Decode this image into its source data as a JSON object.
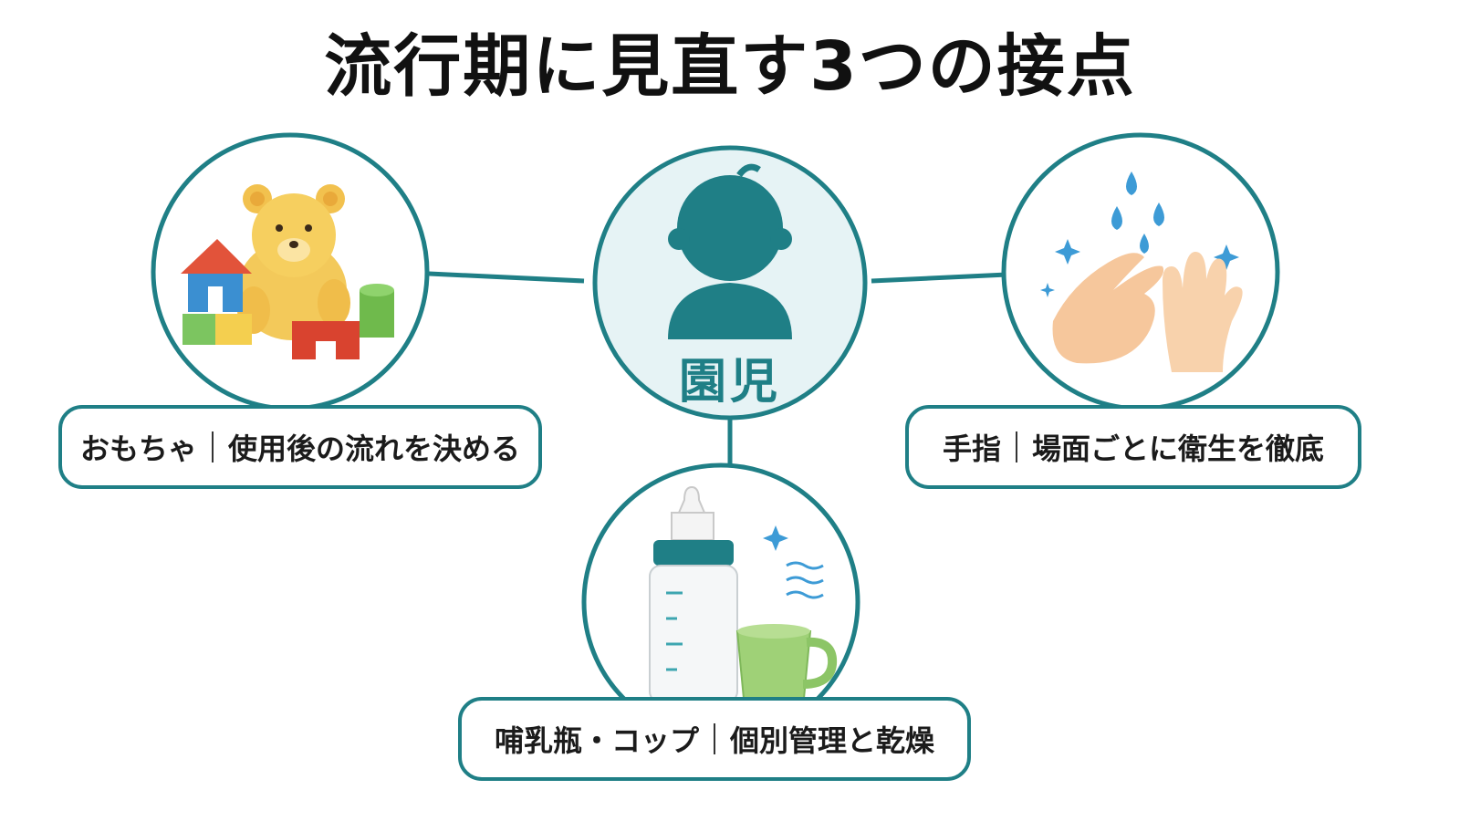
{
  "title": "流行期に見直す3つの接点",
  "center": {
    "label": "園児",
    "icon": "child-silhouette-icon"
  },
  "touchpoints": [
    {
      "name": "おもちゃ",
      "action": "使用後の流れを決める",
      "icon": "toys-icon"
    },
    {
      "name": "手指",
      "action": "場面ごとに衛生を徹底",
      "icon": "handwashing-icon"
    },
    {
      "name": "哺乳瓶・コップ",
      "action": "個別管理と乾燥",
      "icon": "bottle-cup-icon"
    }
  ],
  "colors": {
    "accent": "#1f7f86",
    "circle_fill_center": "#e6f3f5",
    "line": "#1f7f86"
  }
}
